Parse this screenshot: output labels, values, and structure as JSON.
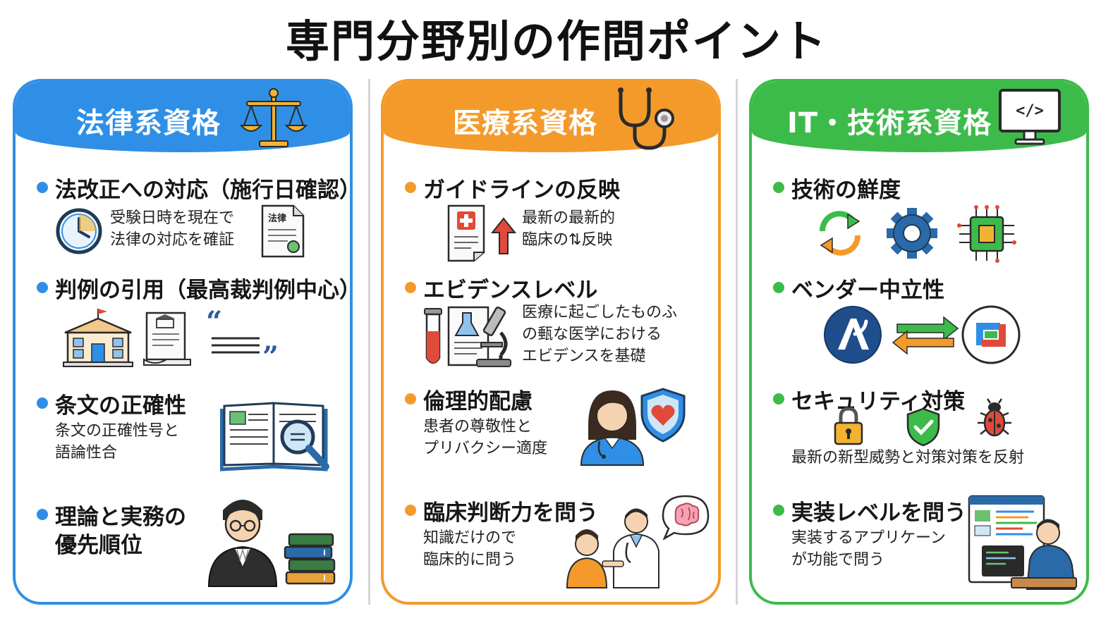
{
  "title": "専門分野別の作問ポイント",
  "colors": {
    "law": "#2f8fe6",
    "medical": "#f39a2b",
    "it": "#3dbb4a"
  },
  "law": {
    "header": "法律系資格",
    "header_icon": "scales-icon",
    "items": [
      {
        "heading": "法改正への対応（施行日確認）",
        "desc": [
          "受験日時を現在で",
          "法律の対応を確証"
        ],
        "icons": [
          "clock-icon",
          "law-document-icon"
        ],
        "doc_label": "法律"
      },
      {
        "heading": "判例の引用（最高裁判例中心）",
        "desc": [],
        "icons": [
          "courthouse-icon",
          "ruling-document-icon",
          "quote-icon"
        ]
      },
      {
        "heading": "条文の正確性",
        "desc": [
          "条文の正確性号と",
          "語論性合"
        ],
        "icons": [
          "book-magnifier-icon"
        ]
      },
      {
        "heading": "理論と実務の",
        "heading2": "優先順位",
        "desc": [],
        "icons": [
          "lawyer-icon",
          "books-stack-icon"
        ]
      }
    ]
  },
  "medical": {
    "header": "医療系資格",
    "header_icon": "stethoscope-icon",
    "items": [
      {
        "heading": "ガイドラインの反映",
        "desc": [
          "最新の最新的",
          "臨床の⇅反映"
        ],
        "icons": [
          "medical-guideline-icon",
          "up-arrow-icon"
        ]
      },
      {
        "heading": "エビデンスレベル",
        "desc": [
          "医療に起ごしたものふ",
          "の甀な医学における",
          "エビデンスを基礎"
        ],
        "icons": [
          "test-tube-icon",
          "lab-report-icon",
          "microscope-icon"
        ]
      },
      {
        "heading": "倫理的配慮",
        "desc": [
          "患者の尊敬性と",
          "プリバクシー適度"
        ],
        "icons": [
          "doctor-icon",
          "heart-shield-icon"
        ]
      },
      {
        "heading": "臨床判断力を問う",
        "desc": [
          "知識だけので",
          "臨床的に問う"
        ],
        "icons": [
          "doctor-patient-icon",
          "brain-bubble-icon"
        ]
      }
    ]
  },
  "it": {
    "header": "IT・技術系資格",
    "header_icon": "code-monitor-icon",
    "header_icon_text": "</>",
    "items": [
      {
        "heading": "技術の鮮度",
        "desc": [],
        "icons": [
          "refresh-icon",
          "gear-icon",
          "chip-icon"
        ]
      },
      {
        "heading": "ベンダー中立性",
        "desc": [],
        "icons": [
          "vendor-a-logo-icon",
          "swap-arrows-icon",
          "vendor-b-logo-icon"
        ]
      },
      {
        "heading": "セキュリティ対策",
        "desc": [
          "最新の新型威勢と対策対策を反射"
        ],
        "icons": [
          "lock-icon",
          "check-shield-icon",
          "bug-icon"
        ]
      },
      {
        "heading": "実装レベルを問う",
        "desc": [
          "実装するアプリケーン",
          "が功能で問う"
        ],
        "icons": [
          "developer-at-screen-icon"
        ]
      }
    ]
  }
}
